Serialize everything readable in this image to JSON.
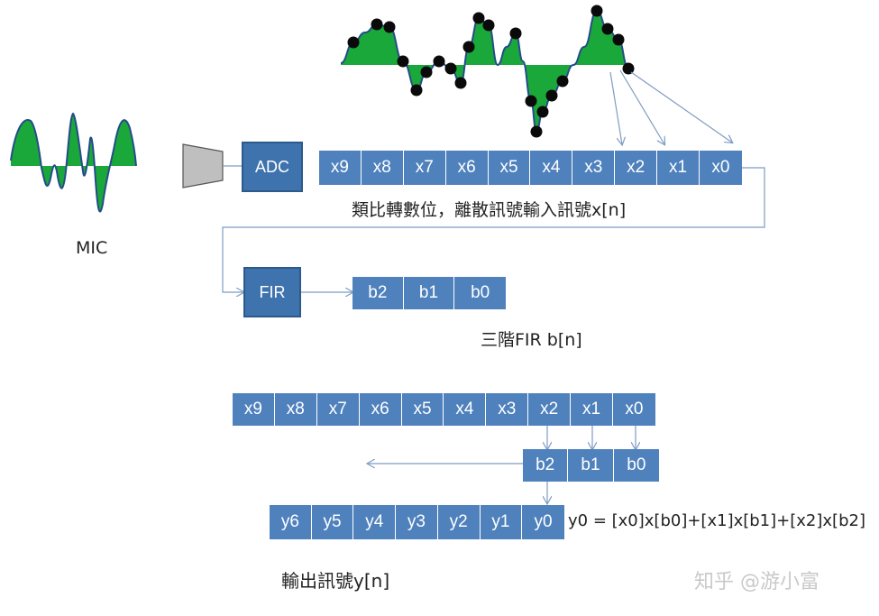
{
  "mic_label": "MIC",
  "adc_label": "ADC",
  "fir_label": "FIR",
  "input_samples": [
    "x9",
    "x8",
    "x7",
    "x6",
    "x5",
    "x4",
    "x3",
    "x2",
    "x1",
    "x0"
  ],
  "input_caption": "類比轉數位，離散訊號輸入訊號x[n]",
  "coefficients": [
    "b2",
    "b1",
    "b0"
  ],
  "fir_caption": "三階FIR b[n]",
  "conv_samples": [
    "x9",
    "x8",
    "x7",
    "x6",
    "x5",
    "x4",
    "x3",
    "x2",
    "x1",
    "x0"
  ],
  "conv_coefficients": [
    "b2",
    "b1",
    "b0"
  ],
  "output_samples": [
    "y6",
    "y5",
    "y4",
    "y3",
    "y2",
    "y1",
    "y0"
  ],
  "equation": "y0 = [x0]x[b0]+[x1]x[b1]+[x2]x[b2]",
  "output_caption": "輸出訊號y[n]",
  "watermark": "知乎 @游小富",
  "colors": {
    "block": "#4f81bd",
    "wave_fill": "#1aa83a",
    "arrow": "#7f9cc4"
  }
}
